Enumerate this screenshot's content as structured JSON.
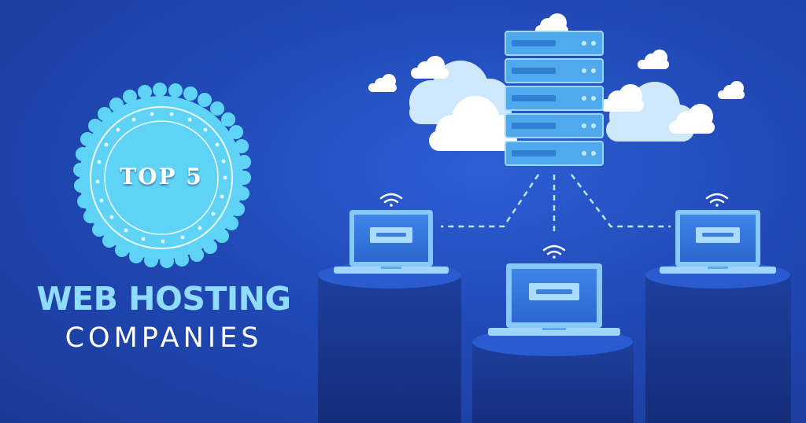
{
  "badge": {
    "label": "TOP 5"
  },
  "headline": {
    "line1": "WEB HOSTING",
    "line2": "COMPANIES"
  },
  "colors": {
    "background": "#2149b6",
    "accent": "#5fd3f5",
    "title_primary": "#8fdcff",
    "cloud": "#ffffff"
  },
  "icons": [
    "badge-seal-icon",
    "server-rack-icon",
    "cloud-icon",
    "laptop-icon",
    "wifi-icon"
  ]
}
